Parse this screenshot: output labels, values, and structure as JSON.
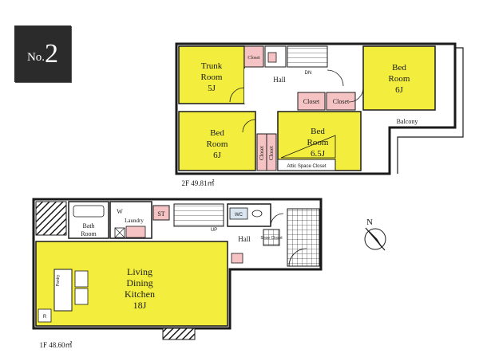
{
  "plan_number": {
    "prefix": "No.",
    "number": "2"
  },
  "floor2": {
    "area_label": "2F 49.81㎡",
    "rooms": {
      "trunk_room": [
        "Trunk",
        "Room",
        "5J"
      ],
      "bed_room_upper_right": [
        "Bed",
        "Room",
        "6J"
      ],
      "bed_room_lower_left": [
        "Bed",
        "Room",
        "6J"
      ],
      "bed_room_center": [
        "Bed",
        "Room",
        "6.5J"
      ],
      "hall": "Hall",
      "balcony": "Balcony",
      "closet_1": "Closet",
      "closet_2": "Closet",
      "closet_vertical_1": "Closet",
      "closet_vertical_2": "Closet",
      "attic_closet": "Attic Space Closet",
      "dn": "DN",
      "closet_small": "Closet"
    }
  },
  "floor1": {
    "area_label": "1F 48.60㎡",
    "rooms": {
      "ldk": [
        "Living",
        "Dining",
        "Kitchen",
        "18J"
      ],
      "bath_room": [
        "Bath",
        "Room"
      ],
      "laundry": [
        "W",
        "Laundry"
      ],
      "store": "ST",
      "hall": "Hall",
      "up": "UP",
      "wc": "WC",
      "shoe_closet": "Shoe Closet",
      "kitchen_pantry": "Pantry",
      "refrigerator": "R"
    }
  },
  "compass": {
    "label": "N"
  },
  "colors": {
    "room_fill": "#f3ee3e",
    "wet_fill": "#f5c3c3",
    "wall": "#1a1a1a",
    "badge": "#2b2b2b"
  }
}
